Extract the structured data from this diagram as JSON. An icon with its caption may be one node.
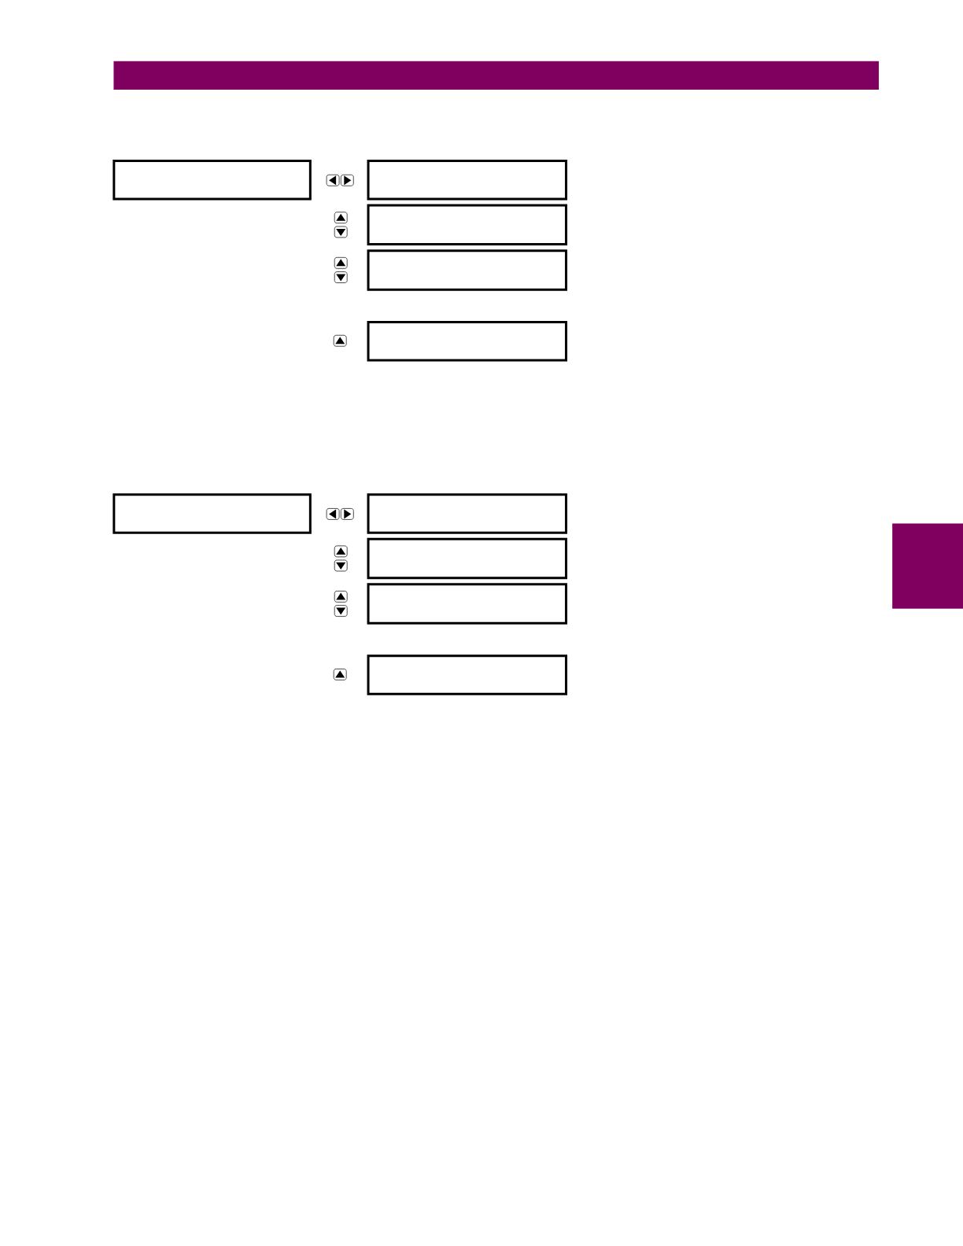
{
  "diagram": {
    "nodes": [
      {
        "text": [],
        "shape": "bar"
      },
      {
        "text": [],
        "shape": "box"
      },
      {
        "text": [],
        "shape": "box"
      },
      {
        "text": [],
        "shape": "box"
      },
      {
        "text": [],
        "shape": "box"
      },
      {
        "text": [],
        "shape": "box"
      },
      {
        "text": [],
        "shape": "box"
      },
      {
        "text": [],
        "shape": "box"
      },
      {
        "text": [],
        "shape": "box"
      },
      {
        "text": [],
        "shape": "box"
      },
      {
        "text": [],
        "shape": "box"
      },
      {
        "text": [],
        "shape": "bar"
      }
    ]
  }
}
